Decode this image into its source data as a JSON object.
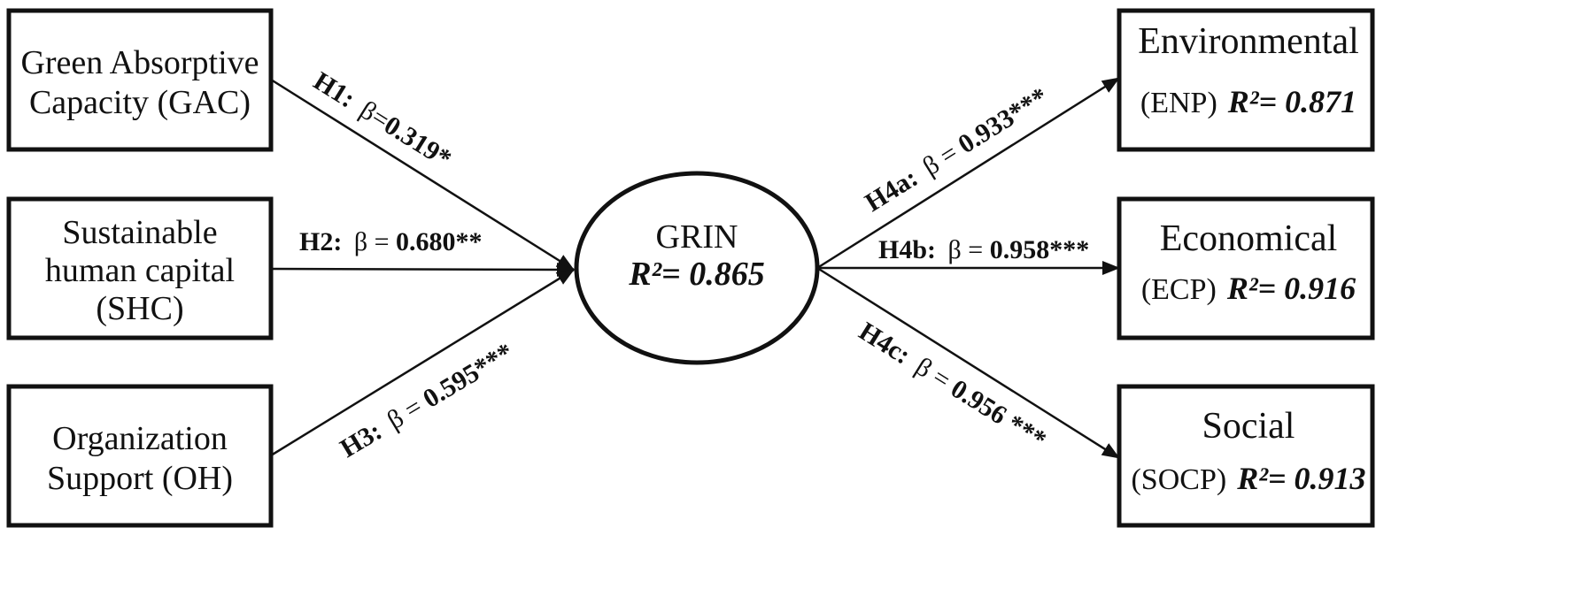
{
  "nodes": {
    "gac": {
      "line1": "Green Absorptive",
      "line2": "Capacity (GAC)"
    },
    "shc": {
      "line1": "Sustainable",
      "line2": "human capital",
      "line3": "(SHC)"
    },
    "oh": {
      "line1": "Organization",
      "line2": "Support (OH)"
    },
    "grin": {
      "name": "GRIN",
      "r2": "R²= 0.865"
    },
    "enp": {
      "name": "Environmental",
      "abbr": "(ENP)",
      "r2": "R²= 0.871"
    },
    "ecp": {
      "name": "Economical",
      "abbr": "(ECP)",
      "r2": "R²= 0.916"
    },
    "socp": {
      "name": "Social",
      "abbr": "(SOCP)",
      "r2": "R²= 0.913"
    }
  },
  "paths": {
    "h1": {
      "id": "H1:",
      "beta": "β=",
      "value": "0.319*"
    },
    "h2": {
      "id": "H2:",
      "beta": "β = ",
      "value": "0.680**"
    },
    "h3": {
      "id": "H3:",
      "beta": "β = ",
      "value": "0.595***"
    },
    "h4a": {
      "id": "H4a:",
      "beta": "β = ",
      "value": "0.933***"
    },
    "h4b": {
      "id": "H4b:",
      "beta": "β = ",
      "value": "0.958***"
    },
    "h4c": {
      "id": "H4c:",
      "beta": "β = ",
      "value": "0.956 ***"
    }
  },
  "colors": {
    "stroke": "#111111",
    "background": "#ffffff"
  }
}
